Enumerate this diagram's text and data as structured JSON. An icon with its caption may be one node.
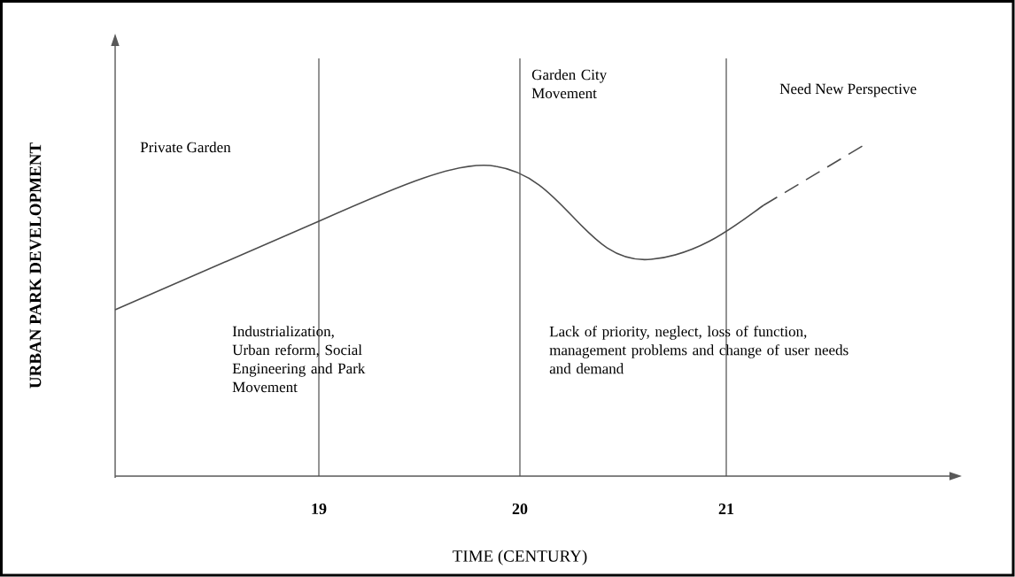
{
  "diagram": {
    "labels": [
      "URBAN PARK DEVELOPMENT",
      "Garden City Movement",
      "Need New Perspective",
      "Private Garden",
      "Industrialization, Urban reform, Social Engineering and Park Movement",
      "Lack of priority, neglect, loss of function, management problems and change of user needs and demand",
      "19",
      "20",
      "21",
      "TIME (CENTURY)"
    ]
  }
}
